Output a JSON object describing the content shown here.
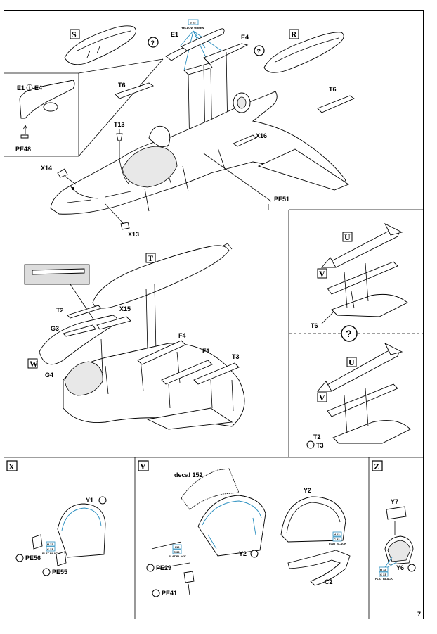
{
  "page_number": "7",
  "colors": {
    "accent_blue": "#2a8fc0",
    "line": "#000000"
  },
  "top": {
    "box_S": "S",
    "box_R": "R",
    "box_T": "T",
    "box_W": "W",
    "e1": "E1",
    "e4": "E4",
    "callout": "E1 ⓘ E4",
    "pe48": "PE48",
    "t6_left": "T6",
    "t6_right": "T6",
    "t13": "T13",
    "x16": "X16",
    "x14": "X14",
    "x13": "X13",
    "pe51": "PE51",
    "t2": "T2",
    "g3": "G3",
    "g4": "G4",
    "x15": "X15",
    "f4": "F4",
    "f1": "F1",
    "t3": "T3",
    "color_code_top": "C 62",
    "color_name_top": "YELLOW GREEN"
  },
  "right_panel": {
    "box_U1": "U",
    "box_V1": "V",
    "t6": "T6",
    "box_U2": "U",
    "box_V2": "V",
    "t2": "T2",
    "t3": "T3"
  },
  "bottom": {
    "X": {
      "title": "X",
      "y1": "Y1",
      "pe56": "PE56",
      "pe55": "PE55",
      "code1": "H 12",
      "code2": "C 33",
      "color": "FLAT BLACK"
    },
    "Y": {
      "title": "Y",
      "decal": "decal 152",
      "y2a": "Y2",
      "y2b": "Y2",
      "pe29": "PE29",
      "pe41": "PE41",
      "c2": "C2",
      "code1": "H 12",
      "code2": "C 33",
      "color": "FLAT BLACK"
    },
    "Z": {
      "title": "Z",
      "y7": "Y7",
      "y6": "Y6",
      "code1": "H 12",
      "code2": "C 33",
      "color": "FLAT BLACK"
    }
  }
}
